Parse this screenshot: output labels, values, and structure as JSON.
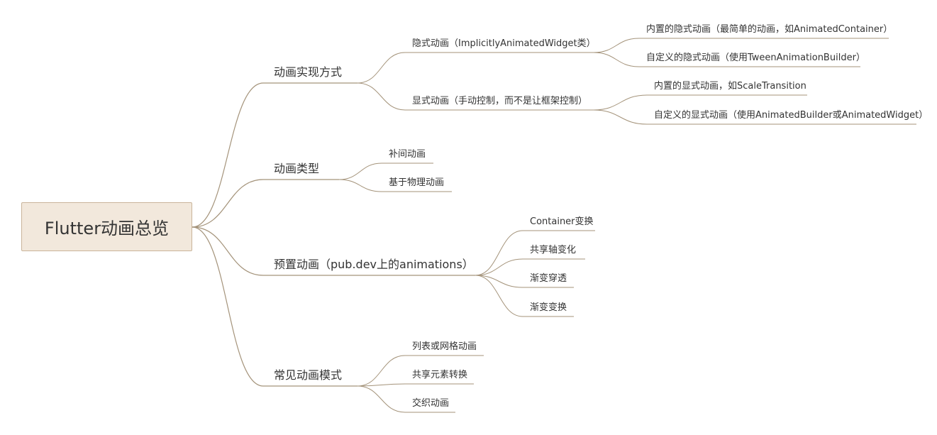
{
  "colors": {
    "line": "#a4937a",
    "root_fill": "#f2e8dc",
    "root_border": "#c9b49a",
    "text": "#333333"
  },
  "root": {
    "label": "Flutter动画总览"
  },
  "branches": [
    {
      "label": "动画实现方式",
      "children": [
        {
          "label": "隐式动画（ImplicitlyAnimatedWidget类）",
          "children": [
            {
              "label": "内置的隐式动画（最简单的动画，如AnimatedContainer）"
            },
            {
              "label": "自定义的隐式动画（使用TweenAnimationBuilder）"
            }
          ]
        },
        {
          "label": "显式动画（手动控制，而不是让框架控制）",
          "children": [
            {
              "label": "内置的显式动画，如ScaleTransition"
            },
            {
              "label": "自定义的显式动画（使用AnimatedBuilder或AnimatedWidget）"
            }
          ]
        }
      ]
    },
    {
      "label": "动画类型",
      "children": [
        {
          "label": "补间动画"
        },
        {
          "label": "基于物理动画"
        }
      ]
    },
    {
      "label": "预置动画（pub.dev上的animations）",
      "children": [
        {
          "label": "Container变换"
        },
        {
          "label": "共享轴变化"
        },
        {
          "label": "渐变穿透"
        },
        {
          "label": "渐变变换"
        }
      ]
    },
    {
      "label": "常见动画模式",
      "children": [
        {
          "label": "列表或网格动画"
        },
        {
          "label": "共享元素转换"
        },
        {
          "label": "交织动画"
        }
      ]
    }
  ]
}
